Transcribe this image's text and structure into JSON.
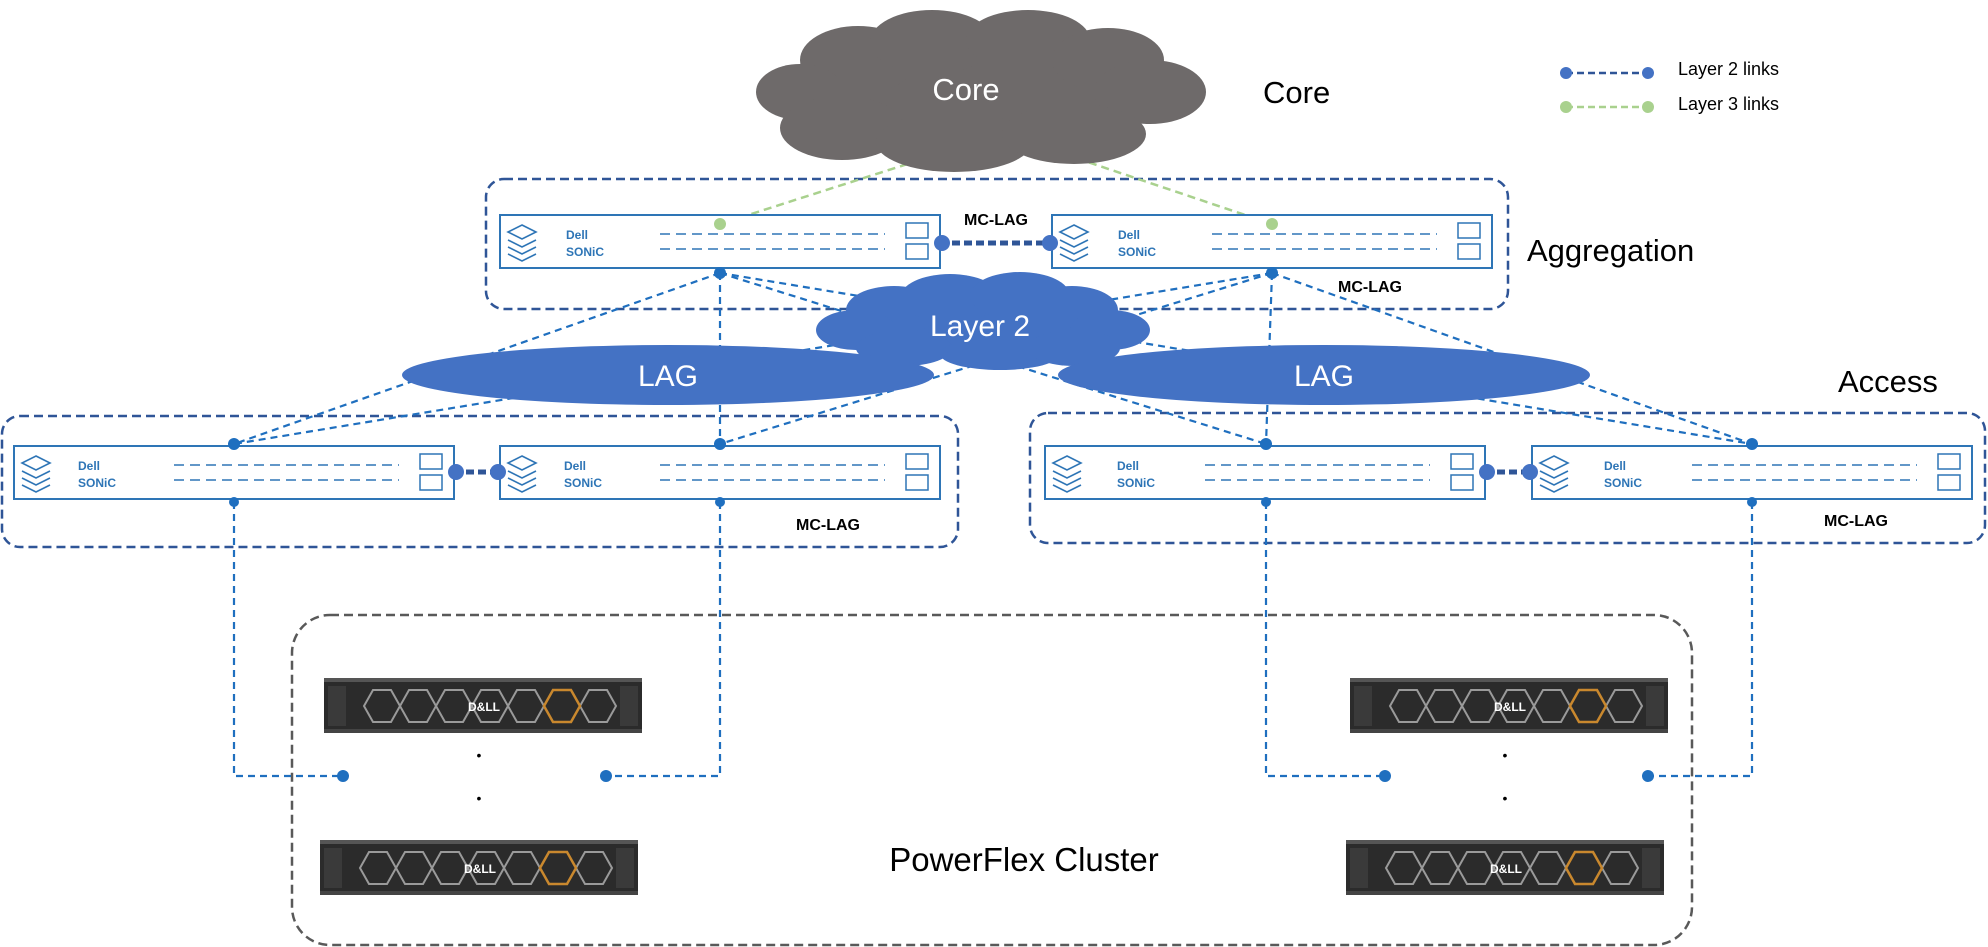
{
  "legend": {
    "layer2": "Layer 2 links",
    "layer3": "Layer 3 links"
  },
  "clouds": {
    "core": "Core",
    "layer2": "Layer 2"
  },
  "tiers": {
    "core": "Core",
    "aggregation": "Aggregation",
    "access": "Access"
  },
  "lag_label": "LAG",
  "mclag_label": "MC-LAG",
  "switch": {
    "brand": "Dell",
    "os": "SONiC"
  },
  "server": {
    "brand": "D&LL"
  },
  "cluster_label": "PowerFlex Cluster",
  "ellipsis": "•",
  "colors": {
    "layer2": "#1f6fbf",
    "layer3": "#a9d18e",
    "box_border": "#2f5597",
    "cloud_core": "#6e6a6a",
    "cloud_layer2": "#4472c4",
    "lag": "#4472c4",
    "switch_border": "#2e75b6",
    "cluster_border": "#595959",
    "server_body": "#2b2b2b",
    "server_accent": "#c9882e"
  }
}
